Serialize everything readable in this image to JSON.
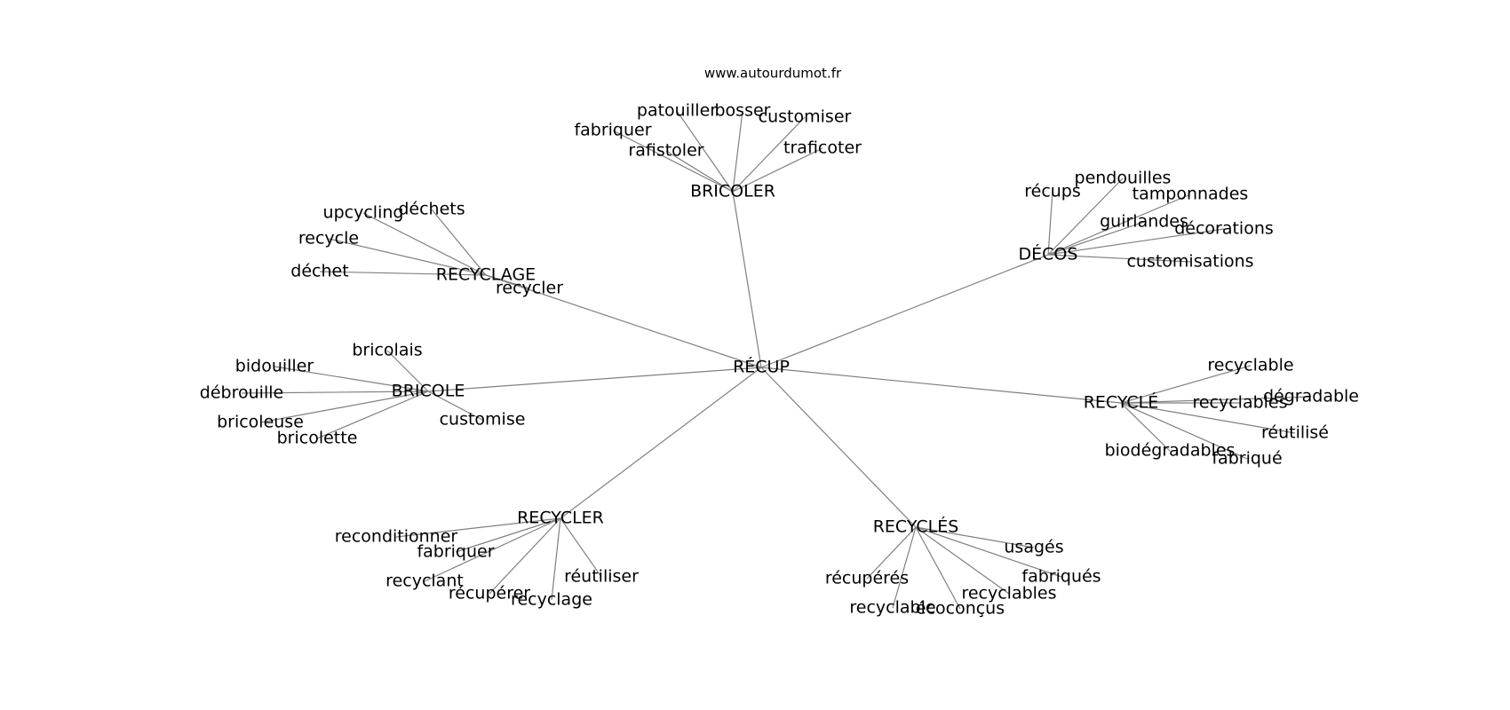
{
  "source_label": "www.autourdumot.fr",
  "root": "RÉCUP",
  "clusters": [
    {
      "hub": "BRICOLER",
      "words": [
        "patouiller",
        "bosser",
        "customiser",
        "fabriquer",
        "rafistoler",
        "traficoter"
      ]
    },
    {
      "hub": "RECYCLAGE",
      "words": [
        "upcycling",
        "déchets",
        "recycle",
        "déchet",
        "recycler"
      ]
    },
    {
      "hub": "DÉCOS",
      "words": [
        "récups",
        "pendouilles",
        "tamponnades",
        "guirlandes",
        "décorations",
        "customisations"
      ]
    },
    {
      "hub": "BRICOLE",
      "words": [
        "bricolais",
        "bidouiller",
        "débrouille",
        "bricoleuse",
        "bricolette",
        "customise"
      ]
    },
    {
      "hub": "RECYCLÉ",
      "words": [
        "recyclable",
        "recyclables",
        "dégradable",
        "réutilisé",
        "biodégradables",
        "fabriqué"
      ]
    },
    {
      "hub": "RECYCLER",
      "words": [
        "reconditionner",
        "fabriquer",
        "recyclant",
        "récupérer",
        "recyclage",
        "réutiliser"
      ]
    },
    {
      "hub": "RECYCLÉS",
      "words": [
        "usagés",
        "fabriqués",
        "recyclables",
        "récupérés",
        "recyclable",
        "écoconçus"
      ]
    }
  ]
}
